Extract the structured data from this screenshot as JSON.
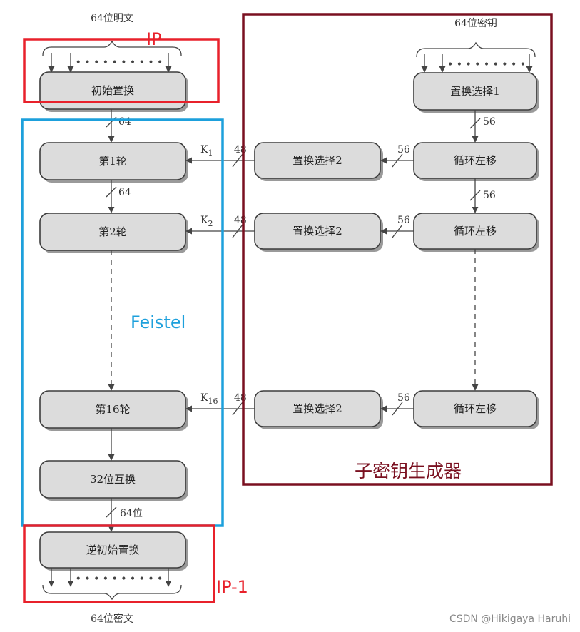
{
  "diagram": {
    "plaintext_label": "64位明文",
    "key_label": "64位密钥",
    "ciphertext_label": "64位密文",
    "boxes": {
      "initial_perm": "初始置换",
      "round1": "第1轮",
      "round2": "第2轮",
      "round16": "第16轮",
      "swap32": "32位互换",
      "inverse_perm": "逆初始置换",
      "pc1": "置换选择1",
      "shift1": "循环左移",
      "shift2": "循环左移",
      "shift16": "循环左移",
      "pc2_1": "置换选择2",
      "pc2_2": "置换选择2",
      "pc2_16": "置换选择2"
    },
    "widths": {
      "w64_a": "64",
      "w64_b": "64",
      "w64_c": "64位",
      "w56_a": "56",
      "w56_b": "56",
      "w56_c": "56",
      "w56_d": "56",
      "w56_e": "56",
      "w48_a": "48",
      "w48_b": "48",
      "w48_c": "48"
    },
    "subkeys": {
      "k1_main": "K",
      "k1_sub": "1",
      "k2_main": "K",
      "k2_sub": "2",
      "k16_main": "K",
      "k16_sub": "16"
    }
  },
  "annotations": {
    "ip": {
      "text": "IP",
      "color": "#e8212b"
    },
    "ip_inverse": {
      "text": "IP-1",
      "color": "#e8212b"
    },
    "feistel": {
      "text": "Feistel",
      "color": "#1da0dc"
    },
    "subkey_generator": {
      "text": "子密钥生成器",
      "color": "#7a1020"
    }
  },
  "watermark": "CSDN @Hikigaya Haruhi"
}
